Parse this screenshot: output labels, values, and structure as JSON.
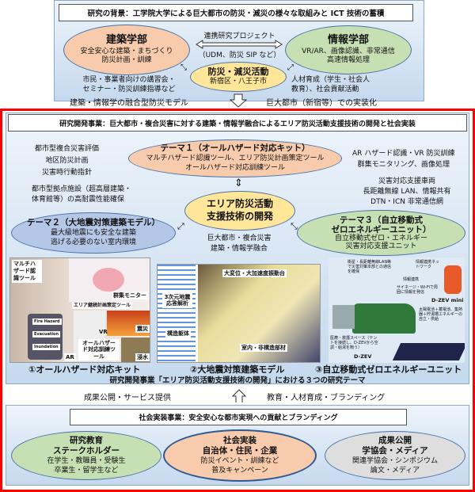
{
  "background": {
    "title": "研究の背景：工学院大学による巨大都市の防災・減災の様々な取組みと ICT 技術の蓄積",
    "architecture": {
      "title": "建築学部",
      "lines": [
        "安全安心な建築・まちづくり",
        "防災計画・訓練"
      ]
    },
    "informatics": {
      "title": "情報学部",
      "lines": [
        "VR/AR、画像認識、非常通信",
        "高速情報処理"
      ]
    },
    "joint": {
      "label": "連携研究プロジェクト",
      "sub": "（UDM、防災 SIP など）"
    },
    "activity": {
      "title": "防災・減災活動",
      "sub": "新宿区・八王子市"
    },
    "left_note": [
      "市民・事業者向けの講習会・",
      "セミナー・防災訓練指導など"
    ],
    "right_note": [
      "人材育成（学生・社会人",
      "教育）、社会貢献活動"
    ]
  },
  "transition1": {
    "left": "建築・情報学の融合型防災モデル",
    "right": "巨大都市（新宿等）での実装化"
  },
  "rnd": {
    "title": "研究開発事業：巨大都市・複合災害に対する建築・情報学融合によるエリア防災活動支援技術の開発と社会実装",
    "left_notes": [
      "都市型複合災害評価",
      "地区防災計画",
      "災害時行動指針"
    ],
    "left_notes2": [
      "都市型拠点施設（超高層建築・",
      "体育館等）の高耐震性能確保"
    ],
    "right_notes": [
      "AR ハザード認識・VR 防災訓練",
      "群集モニタリング、画像処理"
    ],
    "right_notes2": [
      "災害対応支援車両",
      "長距離無線 LAN、情報共有",
      "DTN・ICN 非常通信網"
    ],
    "theme1": {
      "title": "テーマ１（オールハザード対応キット）",
      "lines": [
        "マルチハザード認識ツール、エリア防災計画策定ツール",
        "オールハザード対応訓練ツール"
      ]
    },
    "center": {
      "lines": [
        "エリア防災活動",
        "支援技術の開発"
      ]
    },
    "theme2": {
      "title": "テーマ２（大地震対策建築モデル）",
      "lines": [
        "最大級地震にも安全な建築",
        "逃げる必要のない室内環境"
      ]
    },
    "theme3": {
      "title": [
        "テーマ３（自立移動式",
        "ゼロエネルギーユニット）"
      ],
      "lines": [
        "自立移動式ゼロ・エネルギー",
        "災害対応支援ユニット"
      ]
    },
    "center_notes": [
      "巨大都市・複合災害",
      "建築・情報学融合"
    ],
    "photo1": {
      "labels": [
        "マルチハザード認識ツール",
        "群集モニター",
        "エリア継続計画策定ツール",
        "VR",
        "震災",
        "AR",
        "オールハザード対応訓練ツール",
        "浸水"
      ],
      "ar_cards": [
        "Fire Hazard",
        "Evacuation",
        "Inundation"
      ]
    },
    "photo2": {
      "labels": [
        "3次元地震応答解析",
        "構造躯体",
        "大変位・大加速度振動台",
        "室内・非構造部材"
      ]
    },
    "photo3": {
      "labels": [
        "衛星・長距離無線LAN等で災害対策本部との通信を確保",
        "情報連携ネットワーク",
        "情報連携",
        "サイネージ・Wi-Fiで周囲に情報を発信",
        "D-ZEV mini",
        "太陽電池＋蓄電池、集熱器＋貯湯槽エネルギーの自立・供給",
        "医療・救護スペース（テントを接続し、D-ZEVから空調・給湯を賄う）",
        "D-ZEV"
      ]
    },
    "captions": [
      "①オールハザード対応キット",
      "②大地震対策建築モデル",
      "③自立移動式ゼロエネルギーユニット"
    ],
    "footer": "研究開発事業「エリア防災活動支援技術の開発」における３つの研究テーマ"
  },
  "transition2": {
    "left": "成果公開・サービス提供",
    "right": "教育・人材育成・ブランディング"
  },
  "social": {
    "title": "社会実装事業：安全安心な都市実現への貢献とブランディング",
    "items": [
      {
        "title": [
          "研究教育",
          "ステークホルダー"
        ],
        "lines": [
          "在学生・教職員・受験生",
          "卒業生・留学生など"
        ]
      },
      {
        "title": [
          "社会実装",
          "自治体・住民・企業"
        ],
        "lines": [
          "防災イベント・訓練など",
          "普及キャンペーン"
        ]
      },
      {
        "title": [
          "成果公開",
          "学協会・メディア"
        ],
        "lines": [
          "関連学協会・シンポジウム",
          "論文・メディア"
        ]
      }
    ]
  },
  "colors": {
    "frame": "#ff0000",
    "orange": "#f8cbad",
    "green": "#c6e0b4",
    "yellow": "#ffe699",
    "blue": "#b4c7e7",
    "gray": "#dedede"
  }
}
